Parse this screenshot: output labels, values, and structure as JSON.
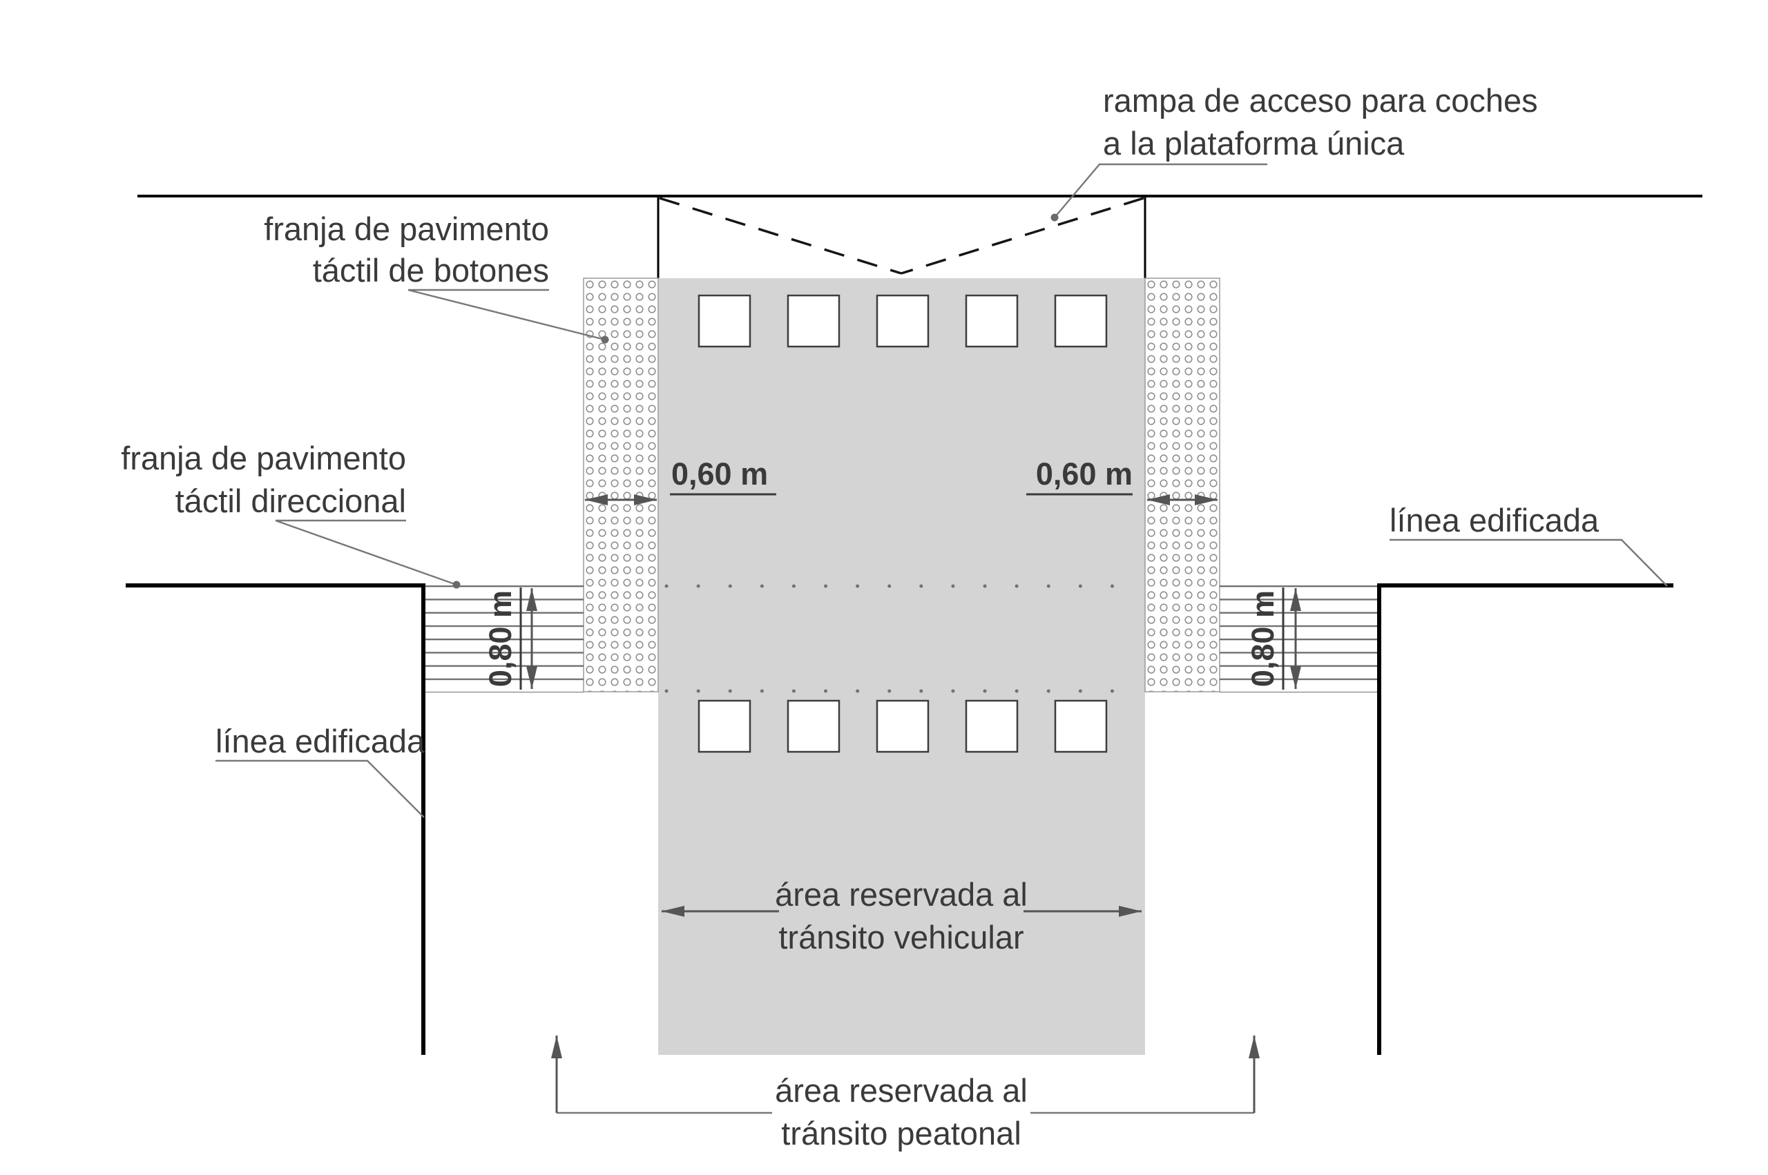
{
  "colors": {
    "surface_gray": "#d4d4d4",
    "line_black": "#111111",
    "annotation_text": "#3a3a3a"
  },
  "annotations": {
    "ramp": {
      "line1": "rampa de acceso para coches",
      "line2": "a la plataforma única"
    },
    "tactile_buttons": {
      "line1": "franja de pavimento",
      "line2": "táctil de botones"
    },
    "tactile_directional": {
      "line1": "franja de pavimento",
      "line2": "táctil direccional"
    },
    "built_line_left": "línea edificada",
    "built_line_right": "línea edificada",
    "vehicular_area": {
      "line1": "área reservada al",
      "line2": "tránsito vehicular"
    },
    "pedestrian_area": {
      "line1": "área reservada al",
      "line2": "tránsito peatonal"
    }
  },
  "dimensions": {
    "button_strip_width_left": "0,60 m",
    "button_strip_width_right": "0,60 m",
    "directional_band_width_left": "0,80 m",
    "directional_band_width_right": "0,80 m"
  }
}
